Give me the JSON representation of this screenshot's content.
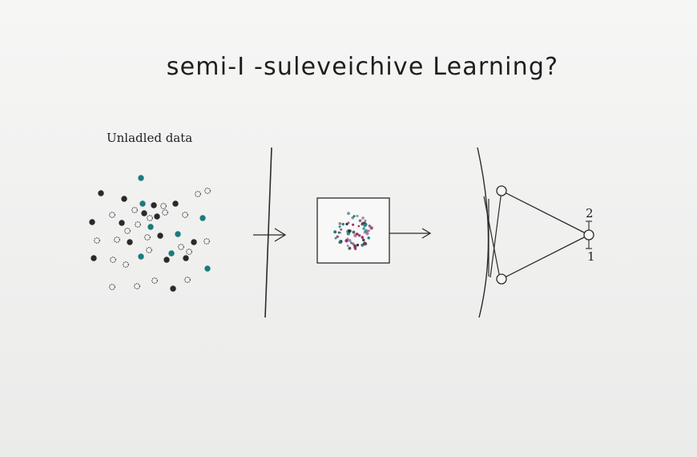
{
  "title": "semi-I -suleveichive Learning?",
  "unlabeled_label": "Unladled data",
  "node_labels": {
    "top": "2",
    "bottom": "1"
  },
  "colors": {
    "dark": "#2a2a2a",
    "teal": "#1a7c7c",
    "magenta": "#9b2a6a",
    "line": "#2b2b2b"
  }
}
